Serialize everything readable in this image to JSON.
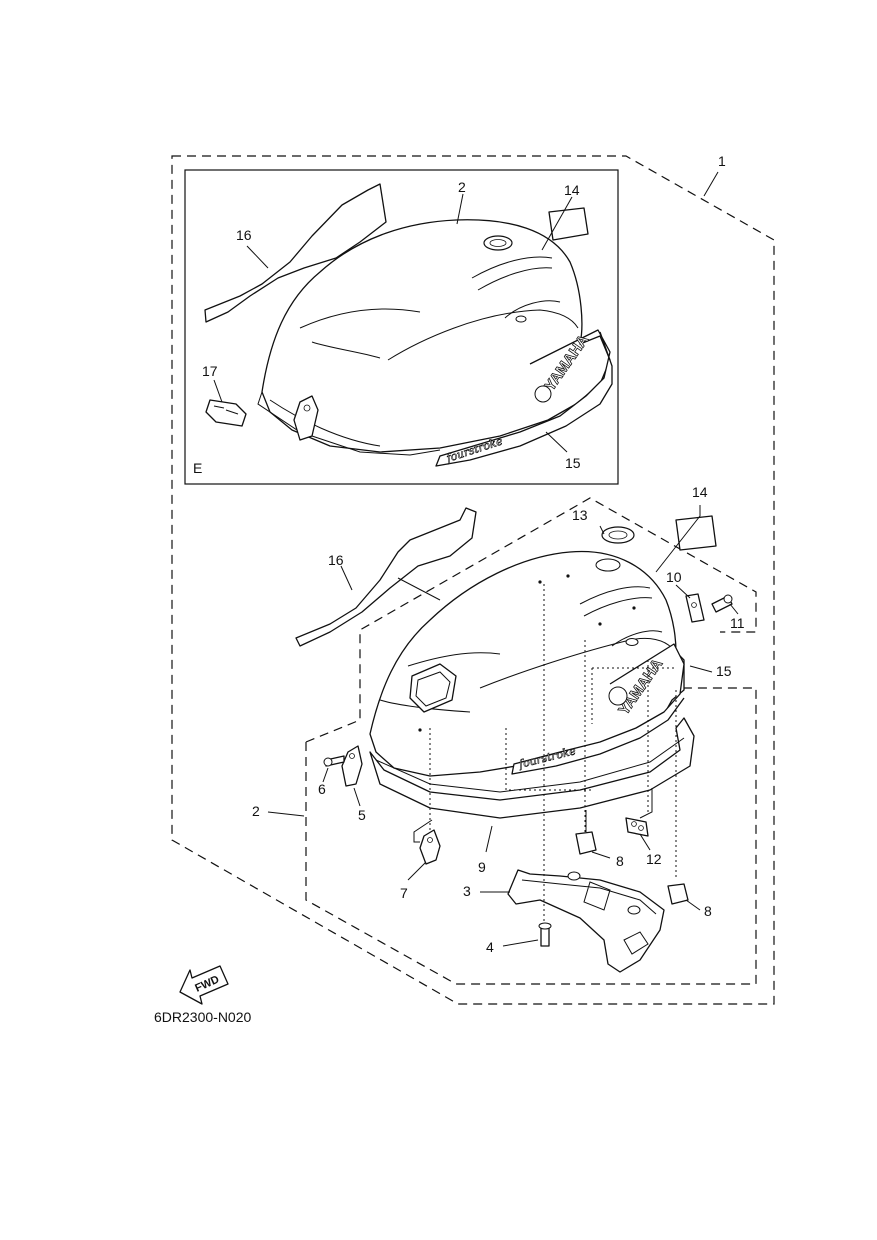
{
  "figure_code": "6DR2300-N020",
  "inset_label": "E",
  "fwd_label": "FWD",
  "brand_text": "YAMAHA",
  "decal_text": "fourstroke",
  "callouts": {
    "c1": "1",
    "c2_inset": "2",
    "c2_main": "2",
    "c3": "3",
    "c4": "4",
    "c5": "5",
    "c6": "6",
    "c7": "7",
    "c8a": "8",
    "c8b": "8",
    "c9": "9",
    "c10": "10",
    "c11": "11",
    "c12": "12",
    "c13": "13",
    "c14_inset": "14",
    "c14_main": "14",
    "c15_inset": "15",
    "c15_main": "15",
    "c16_inset": "16",
    "c16_main": "16",
    "c17": "17"
  }
}
